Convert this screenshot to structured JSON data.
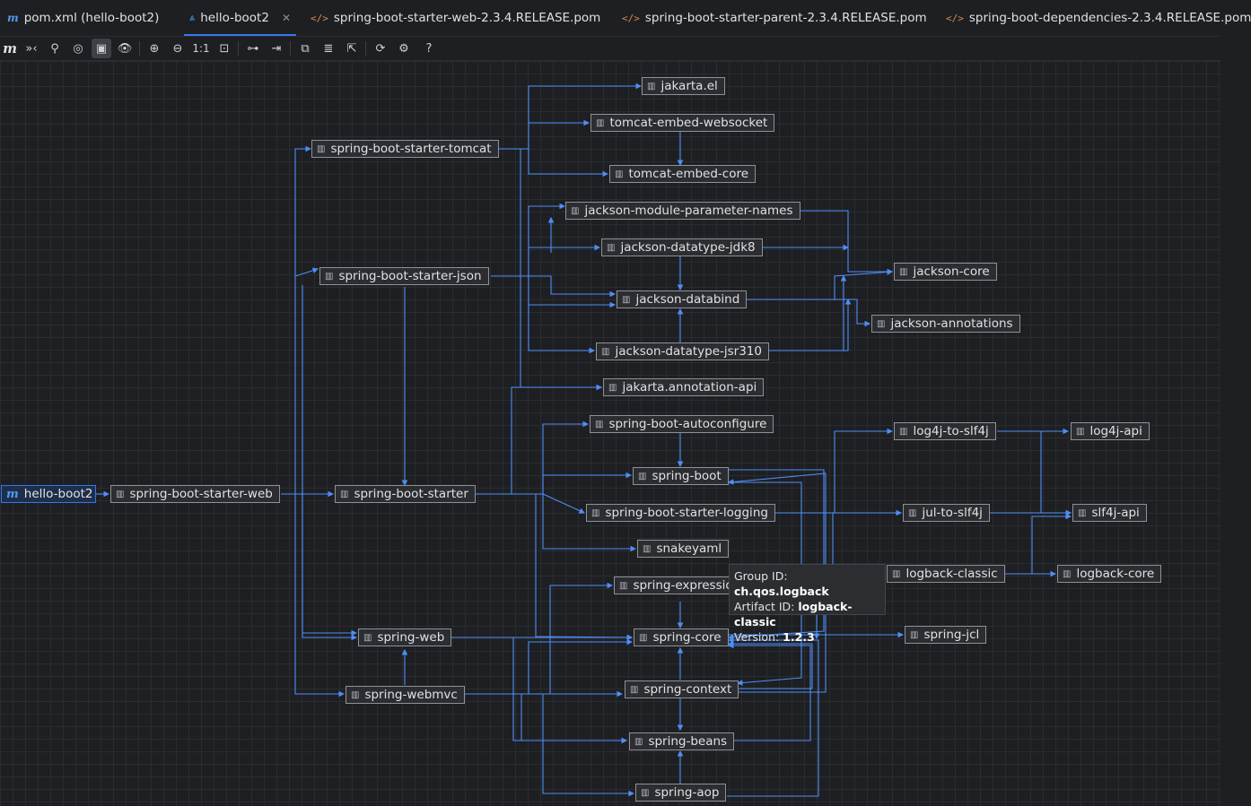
{
  "tabs": [
    {
      "label": "pom.xml (hello-boot2)",
      "icon": "maven-icon"
    },
    {
      "label": "hello-boot2",
      "icon": "dependency-diagram-icon",
      "active": true
    },
    {
      "label": "spring-boot-starter-web-2.3.4.RELEASE.pom",
      "icon": "xml-icon"
    },
    {
      "label": "spring-boot-starter-parent-2.3.4.RELEASE.pom",
      "icon": "xml-icon"
    },
    {
      "label": "spring-boot-dependencies-2.3.4.RELEASE.pom",
      "icon": "xml-icon"
    }
  ],
  "toolbar": {
    "actual_size_label": "1:1",
    "help_label": "?"
  },
  "graph": {
    "root": "hello-boot2",
    "nodes": {
      "hello_boot2": "hello-boot2",
      "starter_web": "spring-boot-starter-web",
      "starter_tomcat": "spring-boot-starter-tomcat",
      "starter_json": "spring-boot-starter-json",
      "starter": "spring-boot-starter",
      "spring_web": "spring-web",
      "spring_webmvc": "spring-webmvc",
      "jakarta_el": "jakarta.el",
      "tomcat_websocket": "tomcat-embed-websocket",
      "tomcat_core": "tomcat-embed-core",
      "jackson_params": "jackson-module-parameter-names",
      "jackson_jdk8": "jackson-datatype-jdk8",
      "jackson_databind": "jackson-databind",
      "jackson_jsr310": "jackson-datatype-jsr310",
      "jakarta_annotation": "jakarta.annotation-api",
      "autoconfigure": "spring-boot-autoconfigure",
      "spring_boot": "spring-boot",
      "starter_logging": "spring-boot-starter-logging",
      "snakeyaml": "snakeyaml",
      "spring_expression": "spring-expressio",
      "spring_core": "spring-core",
      "spring_context": "spring-context",
      "spring_beans": "spring-beans",
      "spring_aop": "spring-aop",
      "jackson_core": "jackson-core",
      "jackson_annotations": "jackson-annotations",
      "log4j_to_slf4j": "log4j-to-slf4j",
      "log4j_api": "log4j-api",
      "jul_to_slf4j": "jul-to-slf4j",
      "slf4j_api": "slf4j-api",
      "logback_classic": "logback-classic",
      "logback_core": "logback-core",
      "spring_jcl": "spring-jcl"
    }
  },
  "tooltip": {
    "group_label": "Group ID:",
    "group_value": "ch.qos.logback",
    "artifact_label": "Artifact ID:",
    "artifact_value": "logback-classic",
    "version_label": "Version:",
    "version_value": "1.2.3"
  },
  "colors": {
    "background": "#1e1f22",
    "edge": "#4e8ef7",
    "node_border": "#8e9197",
    "accent": "#3574f0"
  }
}
